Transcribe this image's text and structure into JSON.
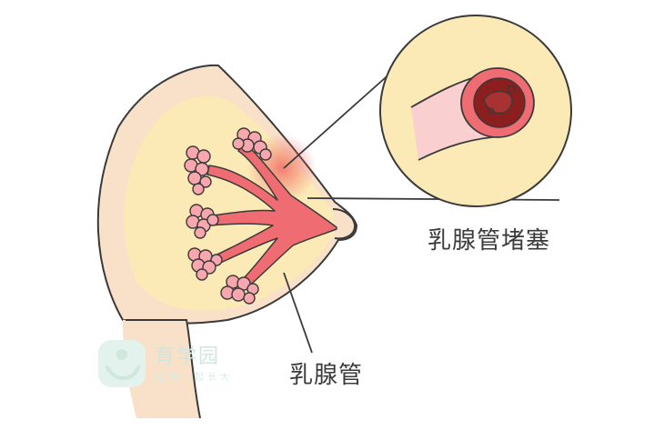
{
  "labels": {
    "blockage": "乳腺管堵塞",
    "duct": "乳腺管"
  },
  "watermark": {
    "name": "育学园",
    "slogan": "陪你一起长大"
  },
  "colors": {
    "skin": "#f8e0c9",
    "fat": "#fbeab6",
    "outline": "#3a3a3a",
    "duct": "#ef6c72",
    "lobule": "#f7a7ad",
    "blockage": "#8b1e1e",
    "watermark": "#cfe7dd"
  }
}
